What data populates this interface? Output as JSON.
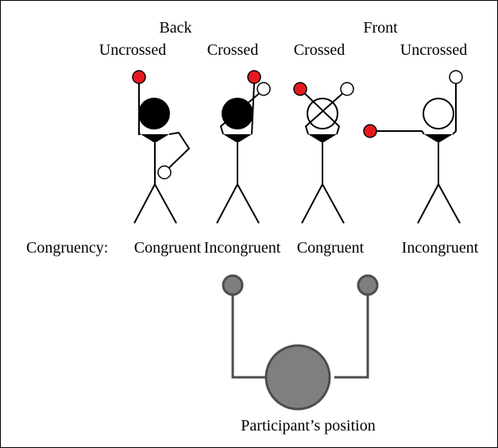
{
  "headers": {
    "back": "Back",
    "front": "Front"
  },
  "figures": [
    {
      "posture": "Uncrossed",
      "congruency": "Congruent"
    },
    {
      "posture": "Crossed",
      "congruency": "Incongruent"
    },
    {
      "posture": "Crossed",
      "congruency": "Congruent"
    },
    {
      "posture": "Uncrossed",
      "congruency": "Incongruent"
    }
  ],
  "congruency_prefix": "Congruency:",
  "participant_label": "Participant’s position",
  "colors": {
    "stimulus": "#e8191e",
    "participant": "#7f7f7f",
    "participant_stroke": "#4d4d4d",
    "ink": "#000000"
  }
}
